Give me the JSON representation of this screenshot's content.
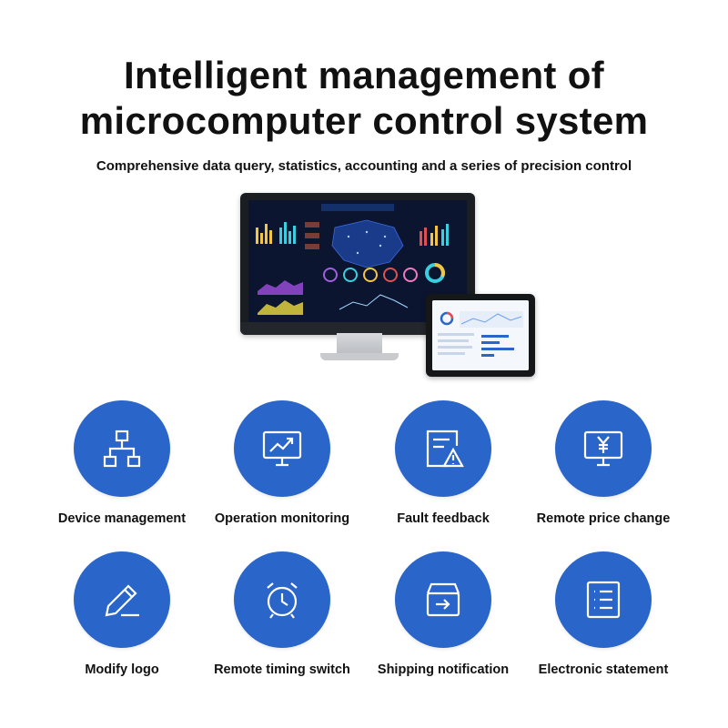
{
  "header": {
    "title_line1": "Intelligent management of",
    "title_line2": "microcomputer control system",
    "subtitle": "Comprehensive data query, statistics, accounting and a series of precision control"
  },
  "colors": {
    "circle_blue": "#2a65c9",
    "text": "#111111",
    "dashboard_bg": "#0b1530"
  },
  "features": [
    {
      "label": "Device management",
      "icon": "network-hierarchy-icon"
    },
    {
      "label": "Operation monitoring",
      "icon": "monitor-trend-icon"
    },
    {
      "label": "Fault feedback",
      "icon": "document-warning-icon"
    },
    {
      "label": "Remote price change",
      "icon": "monitor-yen-icon"
    },
    {
      "label": "Modify logo",
      "icon": "pencil-icon"
    },
    {
      "label": "Remote timing switch",
      "icon": "alarm-clock-icon"
    },
    {
      "label": "Shipping notification",
      "icon": "inbox-arrow-icon"
    },
    {
      "label": "Electronic statement",
      "icon": "list-document-icon"
    }
  ]
}
